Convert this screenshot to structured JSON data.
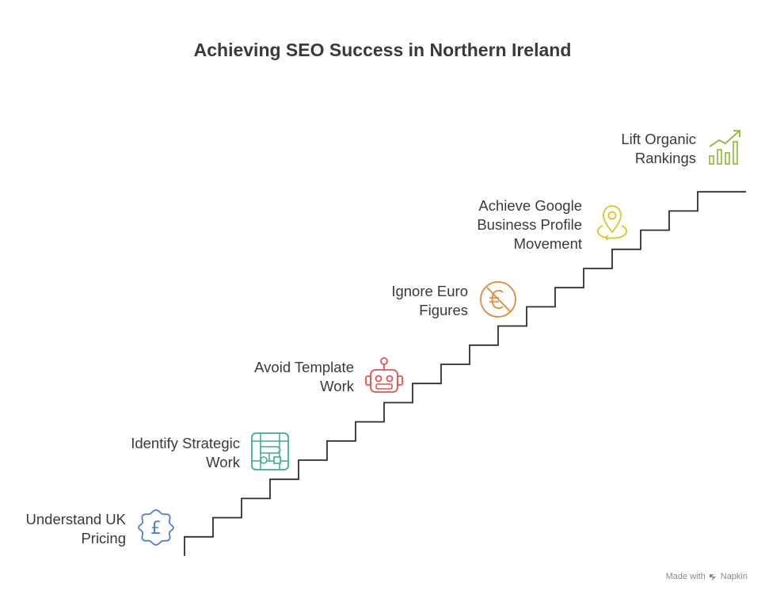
{
  "title": "Achieving SEO Success in Northern Ireland",
  "steps": [
    {
      "lines": [
        "Understand UK",
        "Pricing"
      ],
      "icon": "pound-badge-icon",
      "color": "#4a7fd8"
    },
    {
      "lines": [
        "Identify Strategic",
        "Work"
      ],
      "icon": "flowchart-icon",
      "color": "#3fae82"
    },
    {
      "lines": [
        "Avoid Template",
        "Work"
      ],
      "icon": "robot-icon",
      "color": "#e0554f"
    },
    {
      "lines": [
        "Ignore Euro",
        "Figures"
      ],
      "icon": "euro-no-icon",
      "color": "#e08a3a"
    },
    {
      "lines": [
        "Achieve Google",
        "Business Profile",
        "Movement"
      ],
      "icon": "map-pin-icon",
      "color": "#e2c42a"
    },
    {
      "lines": [
        "Lift Organic",
        "Rankings"
      ],
      "icon": "growth-chart-icon",
      "color": "#8ab832"
    }
  ],
  "footer": {
    "made_with": "Made with",
    "brand": "Napkin"
  }
}
